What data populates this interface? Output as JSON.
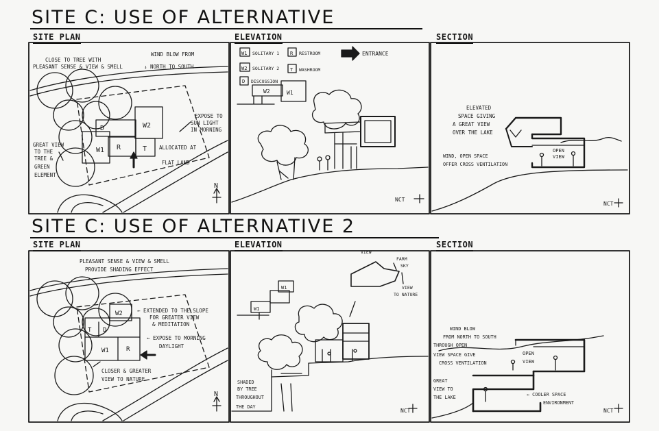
{
  "row1": {
    "title": "SITE C: USE OF ALTERNATIVE",
    "panels": {
      "site_plan": {
        "label": "SITE PLAN",
        "notes": {
          "tree": [
            "CLOSE TO TREE WITH",
            "PLEASANT SENSE & VIEW & SMELL"
          ],
          "wind": [
            "WIND BLOW FROM",
            "↓ NORTH TO SOUTH"
          ],
          "sun": [
            "EXPOSE TO",
            "SUN LIGHT",
            "IN MORNING"
          ],
          "flat": [
            "ALLOCATED AT",
            "FLAT LAND"
          ],
          "green": [
            "GREAT VIEW",
            "TO THE",
            "TREE &",
            "GREEN",
            "ELEMENT"
          ]
        },
        "rooms": {
          "w1": "W1",
          "w2": "W2",
          "r": "R",
          "t": "T",
          "d": "D"
        },
        "north": "N"
      },
      "elevation": {
        "label": "ELEVATION",
        "legend": {
          "w1": {
            "key": "W1",
            "text": "SOLITARY 1"
          },
          "w2": {
            "key": "W2",
            "text": "SOLITARY 2"
          },
          "d": {
            "key": "D",
            "text": "DISCUSSION"
          },
          "r": {
            "key": "R",
            "text": "RESTROOM"
          },
          "t": {
            "key": "T",
            "text": "WASHROOM"
          },
          "entrance": "ENTRANCE"
        },
        "rooms": {
          "w2": "W2",
          "w1": "W1"
        },
        "stamp": "NCT"
      },
      "section": {
        "label": "SECTION",
        "notes": {
          "elevated": [
            "ELEVATED",
            "SPACE GIVING",
            "A GREAT VIEW",
            "OVER THE LAKE"
          ],
          "open_view": [
            "OPEN",
            "VIEW"
          ],
          "wind": [
            "WIND, OPEN SPACE",
            "OFFER CROSS VENTILATION"
          ]
        },
        "stamp": "NCT"
      }
    }
  },
  "row2": {
    "title": "SITE C: USE OF ALTERNATIVE 2",
    "panels": {
      "site_plan": {
        "label": "SITE PLAN",
        "notes": {
          "pleasant": [
            "PLEASANT SENSE & VIEW & SMELL",
            "PROVIDE SHADING EFFECT"
          ],
          "extended": [
            "← EXTENDED TO THE SLOPE",
            "FOR GREATER VIEW",
            "& MEDITATION"
          ],
          "daylight": [
            "← EXPOSE TO MORNING",
            "DAYLIGHT"
          ],
          "closer": [
            "CLOSER & GREATER",
            "VIEW TO NATURE"
          ]
        },
        "rooms": {
          "w2": "W2",
          "t": "T",
          "d": "D",
          "w1": "W1",
          "r": "R"
        },
        "north": "N"
      },
      "elevation": {
        "label": "ELEVATION",
        "notes": {
          "view": "VIEW",
          "farm": [
            "FARM",
            "SKY"
          ],
          "nature": [
            "VIEW",
            "TO NATURE"
          ],
          "shaded": [
            "SHADED",
            "BY TREE",
            "THROUGHOUT",
            "THE DAY"
          ]
        },
        "rooms": {
          "w1_top": "W1",
          "w1_bottom": "W1"
        },
        "stamp": "NCT"
      },
      "section": {
        "label": "SECTION",
        "notes": {
          "wind": [
            "WIND BLOW",
            "FROM NORTH TO SOUTH",
            "THROUGH OPEN",
            "VIEW SPACE GIVE",
            "CROSS VENTILATION"
          ],
          "open_view": [
            "OPEN",
            "VIEW"
          ],
          "lake": [
            "GREAT",
            "VIEW TO",
            "THE LAKE"
          ],
          "cooler": [
            "← COOLER SPACE",
            "ENVIRONMENT"
          ]
        },
        "stamp": "NCT"
      }
    }
  }
}
